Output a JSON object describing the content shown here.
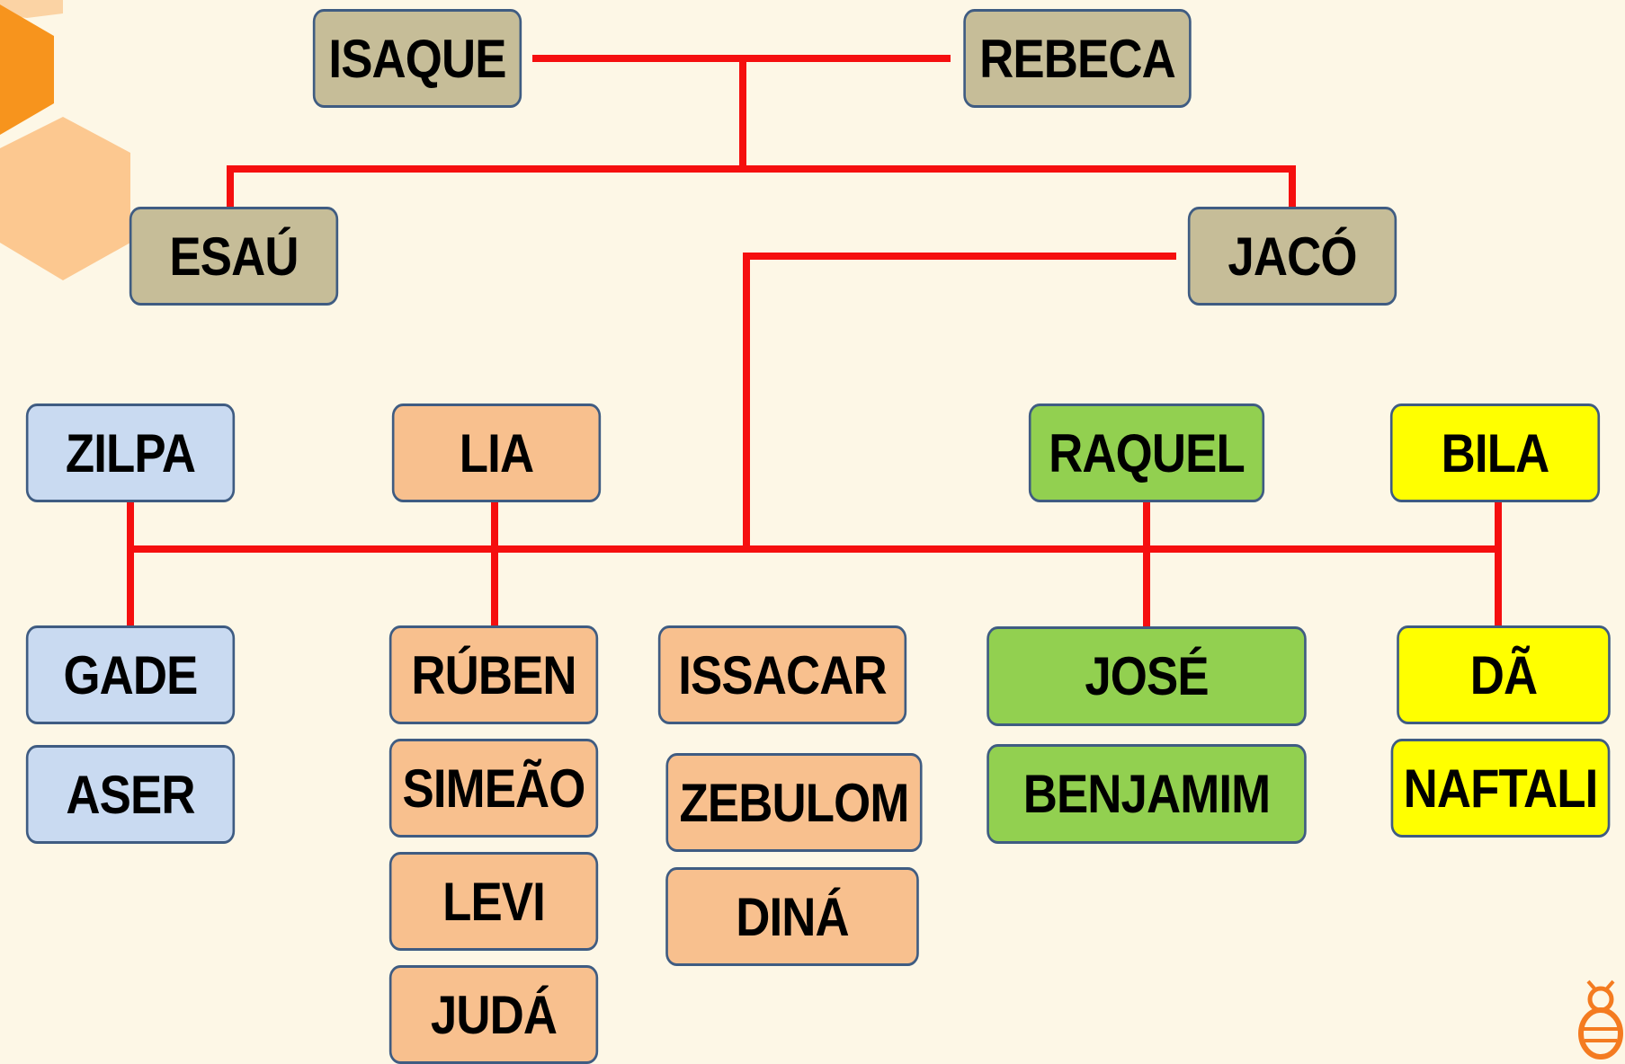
{
  "colors": {
    "background": "#fdf7e6",
    "line": "#f50f0f",
    "border": "#3f5c82",
    "parents": "#c6bd98",
    "zilpa": "#c9daf1",
    "lia": "#f8c08e",
    "raquel": "#92d050",
    "bila": "#ffff00"
  },
  "names": {
    "isaque": "ISAQUE",
    "rebeca": "REBECA",
    "esau": "ESAÚ",
    "jaco": "JACÓ",
    "zilpa": "ZILPA",
    "lia": "LIA",
    "raquel": "RAQUEL",
    "bila": "BILA",
    "gade": "GADE",
    "aser": "ASER",
    "ruben": "RÚBEN",
    "simeao": "SIMEÃO",
    "levi": "LEVI",
    "juda": "JUDÁ",
    "issacar": "ISSACAR",
    "zebulom": "ZEBULOM",
    "dina": "DINÁ",
    "jose": "JOSÉ",
    "benjamim": "BENJAMIM",
    "da": "DÃ",
    "naftali": "NAFTALI"
  },
  "decorations": {
    "hexagons": "orange-hexagon-pattern",
    "logo": "bee-logo-icon"
  }
}
